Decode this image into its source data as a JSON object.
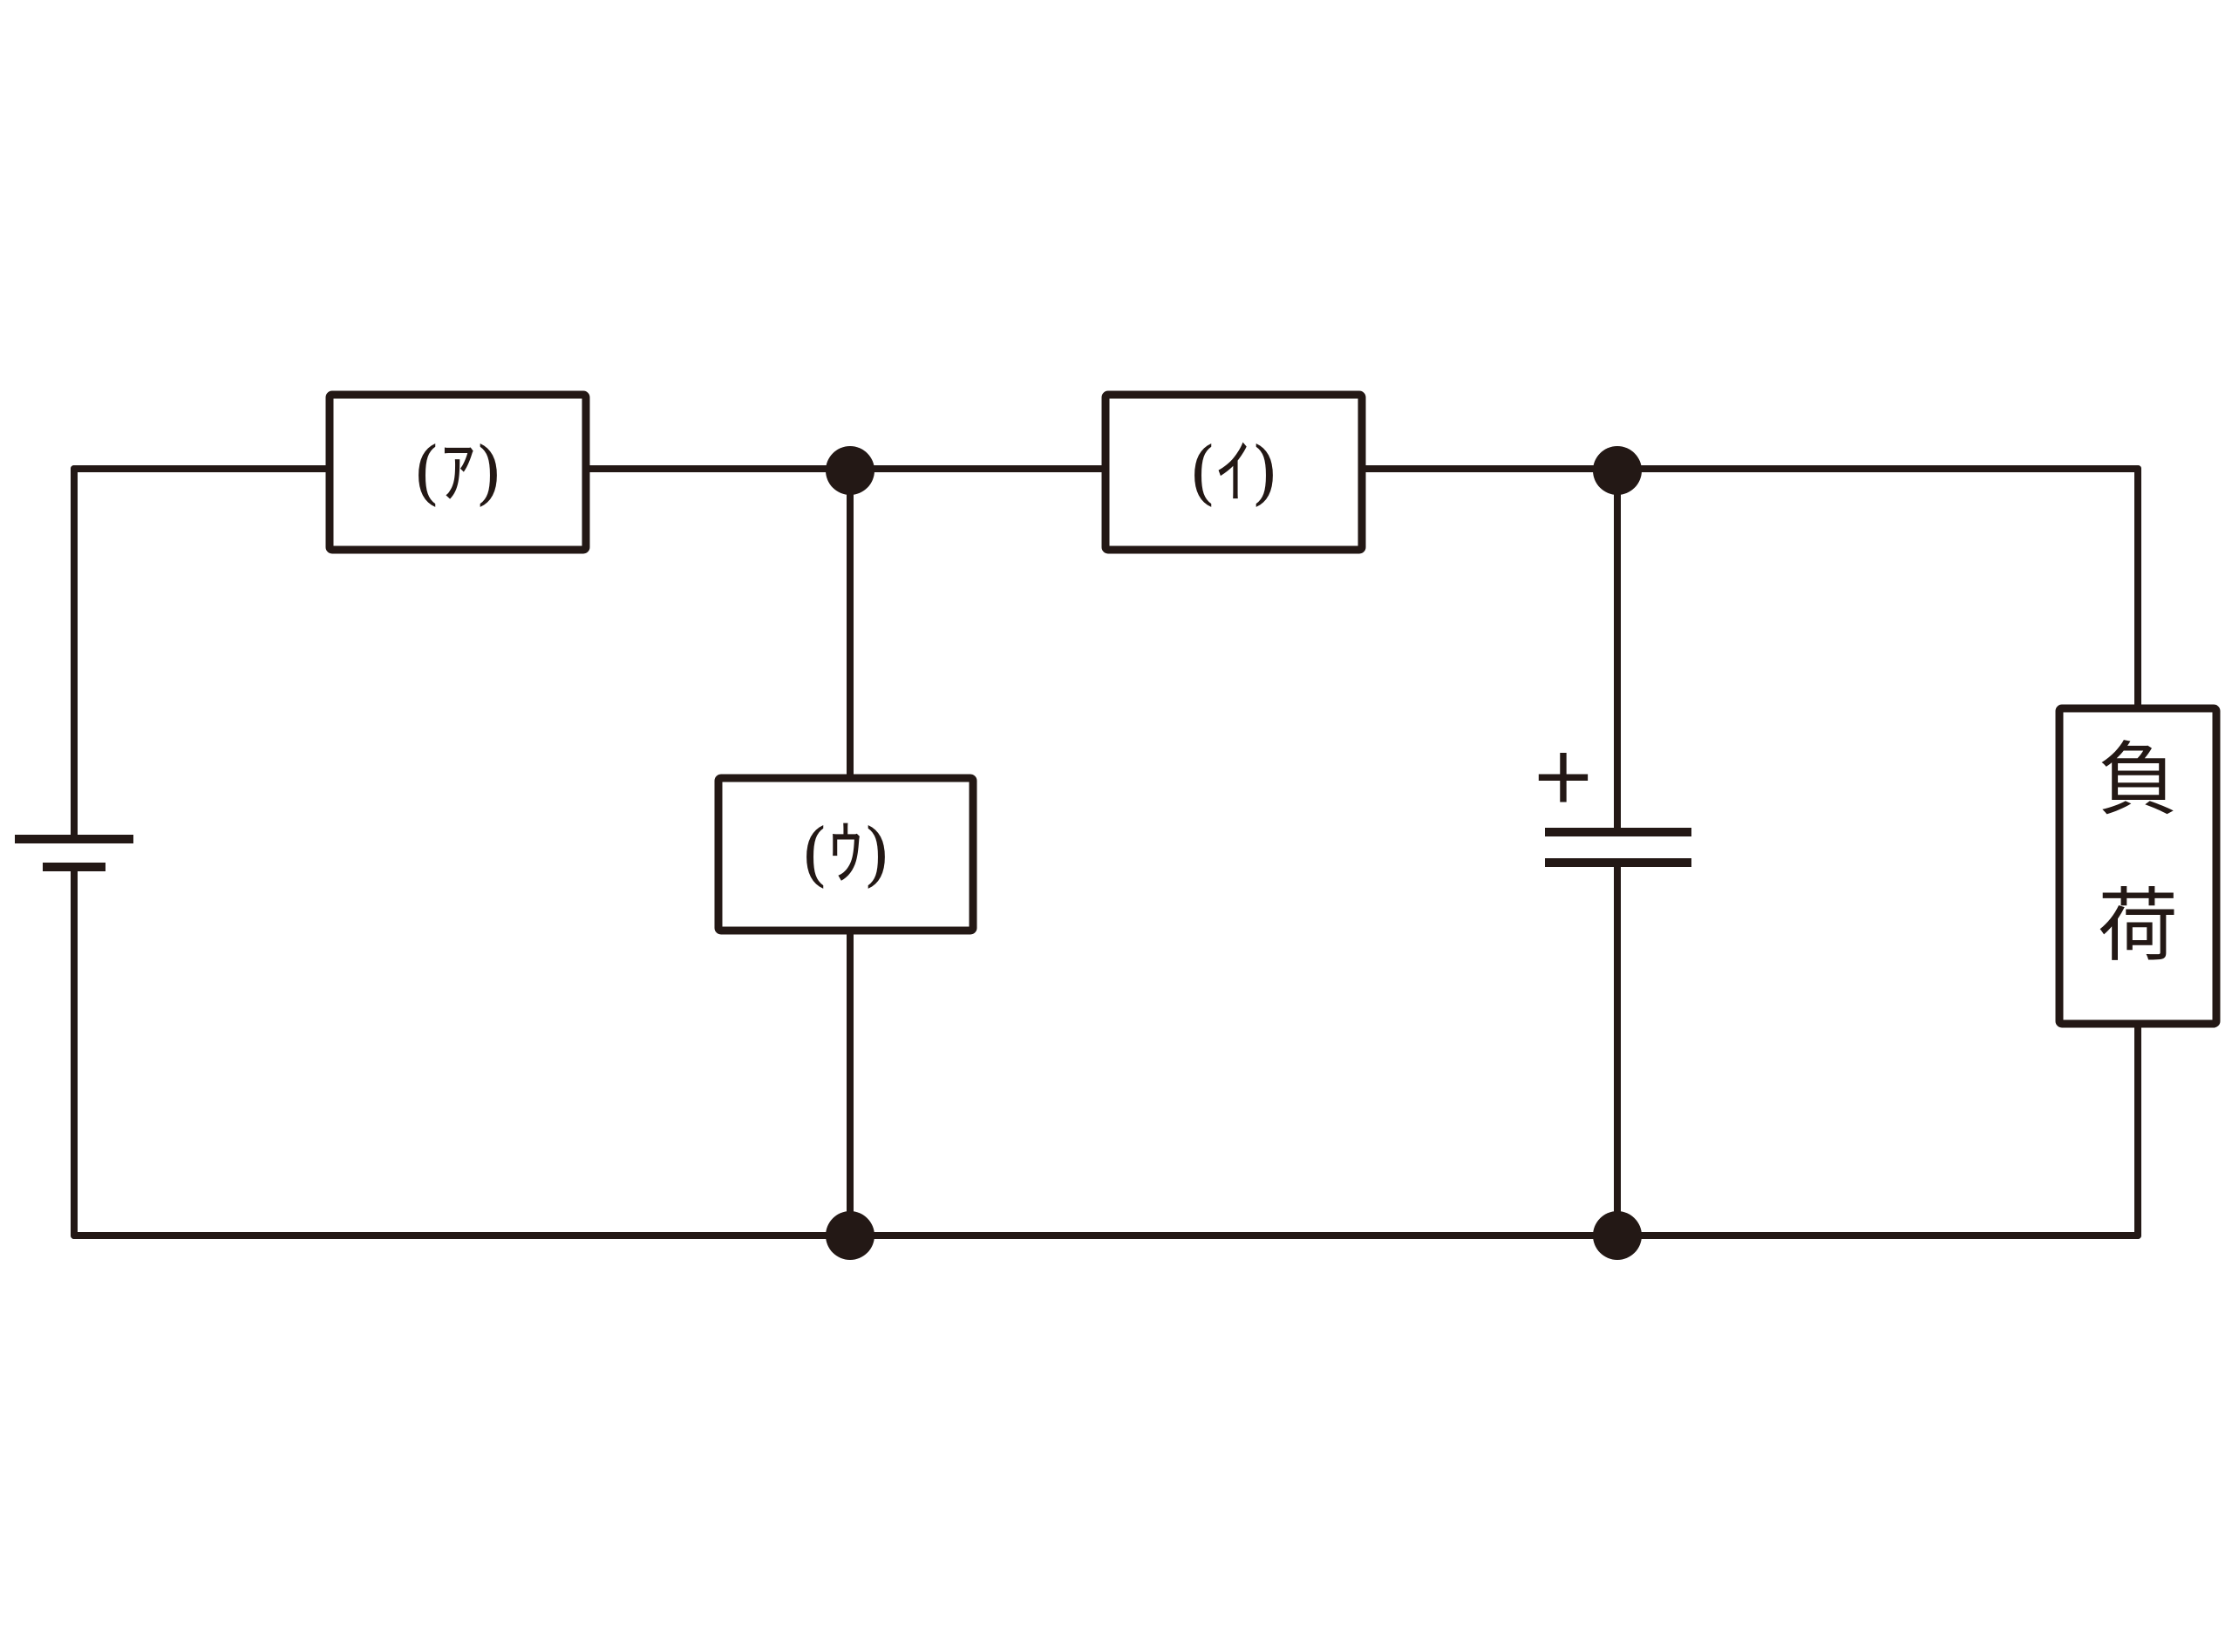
{
  "components": {
    "a": {
      "label": "(ｱ)"
    },
    "i": {
      "label": "(ｲ)"
    },
    "u": {
      "label": "(ｳ)"
    },
    "load": {
      "label_line1": "負",
      "label_line2": "荷"
    },
    "capacitor": {
      "polarity": "+"
    }
  },
  "colors": {
    "line": "#231815",
    "background": "#ffffff"
  }
}
